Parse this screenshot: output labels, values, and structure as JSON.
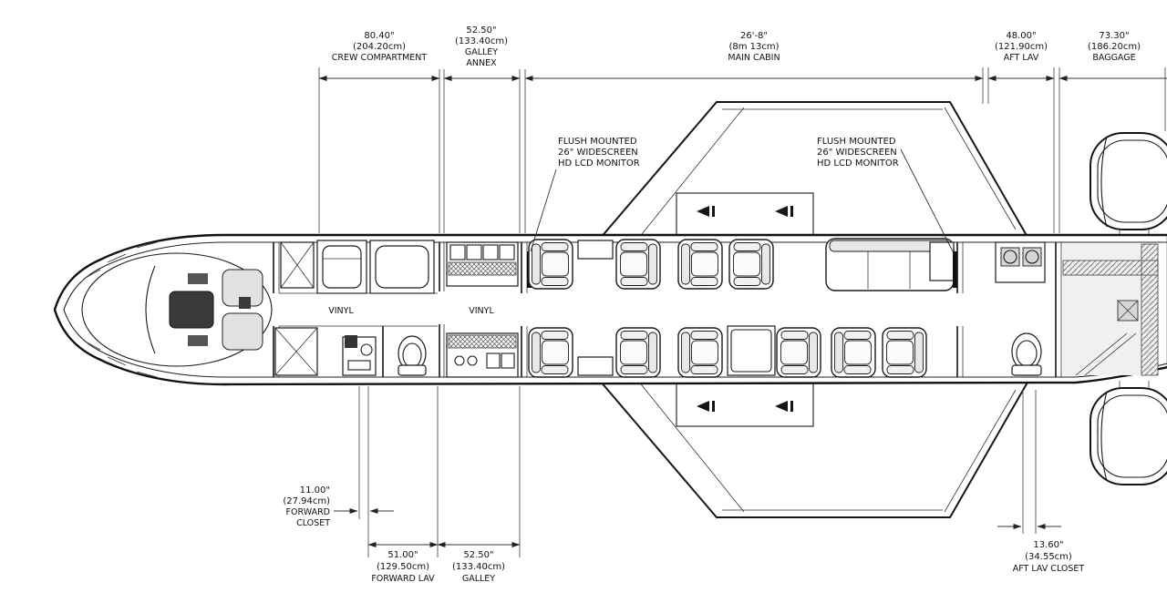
{
  "diagram": {
    "type": "aircraft-cabin-floorplan",
    "top_dims": [
      {
        "value": "80.40\"",
        "metric": "(204.20cm)",
        "line1": "CREW COMPARTMENT",
        "line2": ""
      },
      {
        "value": "52.50\"",
        "metric": "(133.40cm)",
        "line1": "GALLEY",
        "line2": "ANNEX"
      },
      {
        "value": "26'-8\"",
        "metric": "(8m 13cm)",
        "line1": "MAIN CABIN",
        "line2": ""
      },
      {
        "value": "48.00\"",
        "metric": "(121.90cm)",
        "line1": "AFT LAV",
        "line2": ""
      },
      {
        "value": "73.30\"",
        "metric": "(186.20cm)",
        "line1": "BAGGAGE",
        "line2": ""
      }
    ],
    "bottom_dims": [
      {
        "value": "11.00\"",
        "metric": "(27.94cm)",
        "line1": "FORWARD",
        "line2": "CLOSET"
      },
      {
        "value": "51.00\"",
        "metric": "(129.50cm)",
        "line1": "FORWARD LAV",
        "line2": ""
      },
      {
        "value": "52.50\"",
        "metric": "(133.40cm)",
        "line1": "GALLEY",
        "line2": ""
      },
      {
        "value": "13.60\"",
        "metric": "(34.55cm)",
        "line1": "AFT LAV CLOSET",
        "line2": ""
      }
    ],
    "monitor_fwd": {
      "l1": "FLUSH MOUNTED",
      "l2": "26\" WIDESCREEN",
      "l3": "HD LCD MONITOR"
    },
    "monitor_aft": {
      "l1": "FLUSH MOUNTED",
      "l2": "26\" WIDESCREEN",
      "l3": "HD LCD MONITOR"
    },
    "floor_labels": {
      "fwd": "VINYL",
      "galley": "VINYL"
    }
  }
}
